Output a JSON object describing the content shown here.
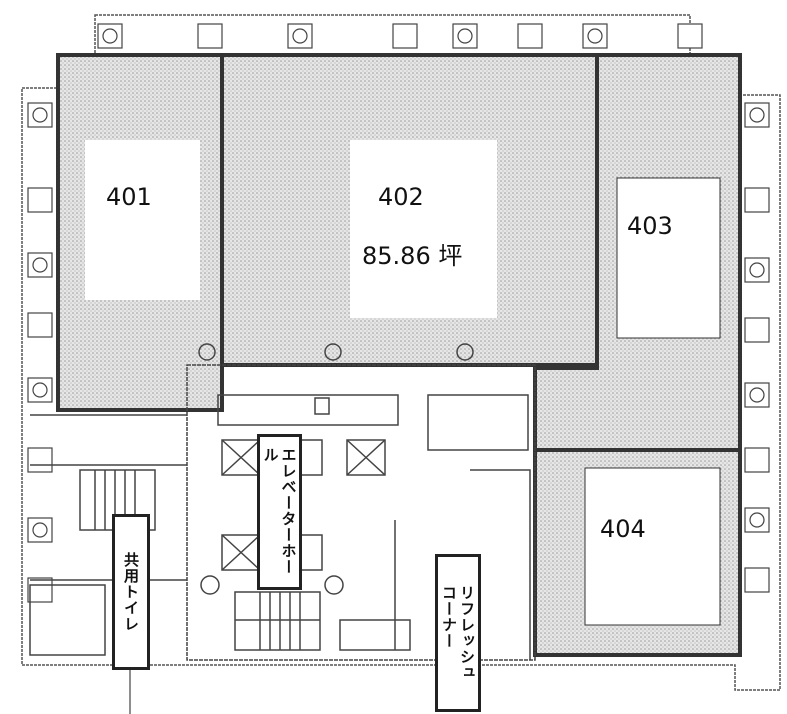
{
  "units": [
    {
      "id": "401",
      "label": "401"
    },
    {
      "id": "402",
      "label": "402",
      "area": "85.86 坪"
    },
    {
      "id": "403",
      "label": "403"
    },
    {
      "id": "404",
      "label": "404"
    }
  ],
  "common": {
    "elevator_hall": "エレベーターホール",
    "toilet": "共用トイレ",
    "refresh_line1": "リフレッシュ",
    "refresh_line2": "コーナー"
  },
  "colors": {
    "tenant_fill": "#d9d9d9",
    "wall": "#333333"
  }
}
